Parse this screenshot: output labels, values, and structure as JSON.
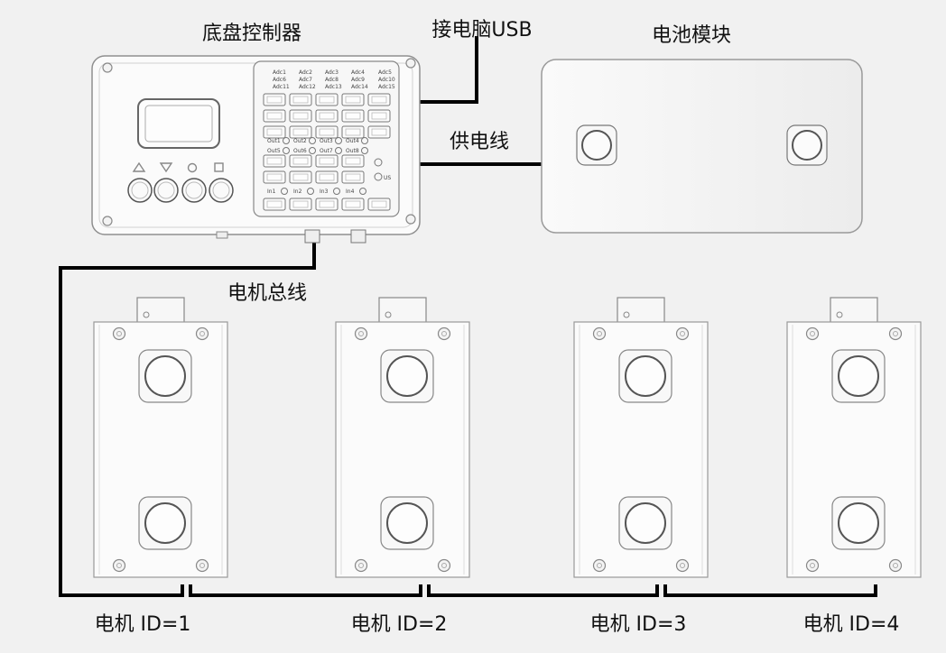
{
  "controller": {
    "title": "底盘控制器",
    "adc_labels": [
      "Adc1",
      "Adc2",
      "Adc3",
      "Adc4",
      "Adc5",
      "Adc6",
      "Adc7",
      "Adc8",
      "Adc9",
      "Adc10",
      "Adc11",
      "Adc12",
      "Adc13",
      "Adc14",
      "Adc15"
    ],
    "out_labels": [
      "Out1",
      "Out2",
      "Out3",
      "Out4",
      "Out5",
      "Out6",
      "Out7",
      "Out8"
    ],
    "in_labels": [
      "In1",
      "In2",
      "In3",
      "In4"
    ],
    "us_label": "US"
  },
  "battery": {
    "title": "电池模块"
  },
  "connections": {
    "usb_label": "接电脑USB",
    "power_label": "供电线",
    "bus_label": "电机总线"
  },
  "motors": [
    {
      "label": "电机 ID=1"
    },
    {
      "label": "电机 ID=2"
    },
    {
      "label": "电机 ID=3"
    },
    {
      "label": "电机 ID=4"
    }
  ]
}
